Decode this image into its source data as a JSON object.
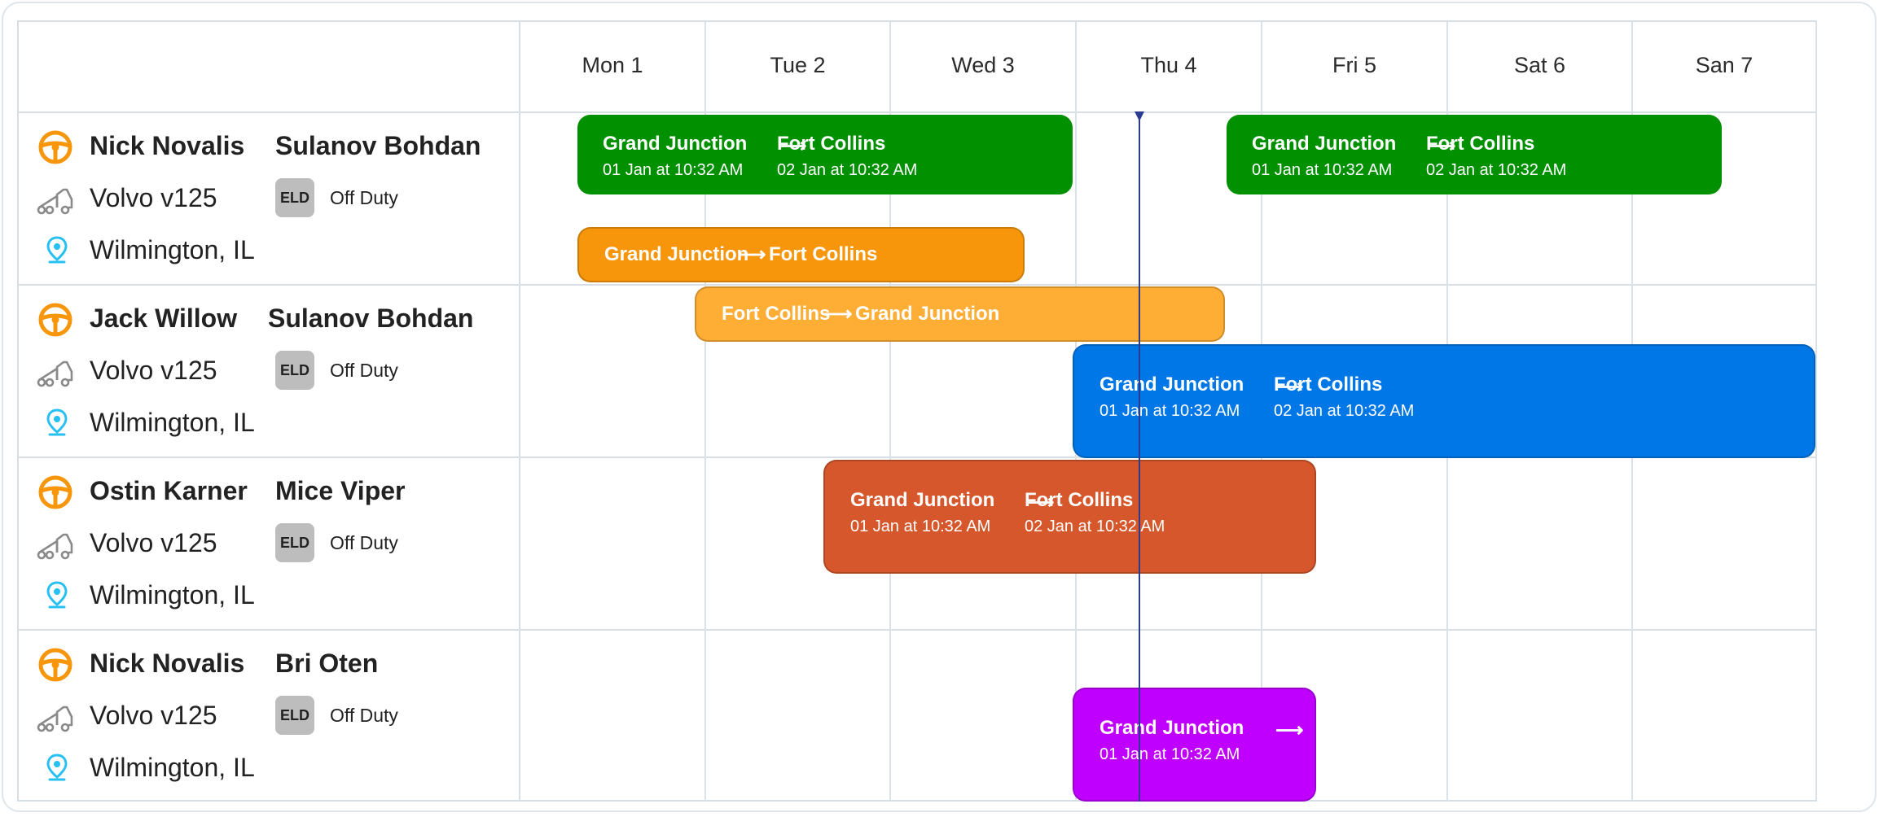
{
  "days": [
    "Mon 1",
    "Tue 2",
    "Wed 3",
    "Thu 4",
    "Fri 5",
    "Sat 6",
    "San 7"
  ],
  "colors": {
    "green": "#009000",
    "orange": "#f7960a",
    "light_orange": "#fead35",
    "blue": "#0077e6",
    "rust": "#d5572b",
    "purple": "#bf00ff",
    "accent": "#f7960a",
    "pin": "#27c0f2",
    "now_line": "#2b3b8f"
  },
  "drivers": [
    {
      "name": "Nick Novalis",
      "codriver": "Sulanov Bohdan",
      "truck": "Volvo v125",
      "eld": "ELD",
      "status": "Off Duty",
      "location": "Wilmington, IL"
    },
    {
      "name": "Jack Willow",
      "codriver": "Sulanov Bohdan",
      "truck": "Volvo v125",
      "eld": "ELD",
      "status": "Off Duty",
      "location": "Wilmington, IL"
    },
    {
      "name": "Ostin Karner",
      "codriver": "Mice Viper",
      "truck": "Volvo v125",
      "eld": "ELD",
      "status": "Off Duty",
      "location": "Wilmington, IL"
    },
    {
      "name": "Nick Novalis",
      "codriver": "Bri Oten",
      "truck": "Volvo v125",
      "eld": "ELD",
      "status": "Off Duty",
      "location": "Wilmington, IL"
    }
  ],
  "trips": [
    {
      "from": "Grand Junction",
      "to": "Fort Collins",
      "depart": "01 Jan at 10:32 AM",
      "arrive": "02 Jan at 10:32 AM",
      "color": "green"
    },
    {
      "from": "Grand Junction",
      "to": "Fort Collins",
      "depart": "01 Jan at 10:32 AM",
      "arrive": "02 Jan at 10:32 AM",
      "color": "green"
    },
    {
      "from": "Grand Junction",
      "to": "Fort Collins",
      "depart": "",
      "arrive": "",
      "color": "orange"
    },
    {
      "from": "Fort Collins",
      "to": "Grand Junction",
      "depart": "",
      "arrive": "",
      "color": "light_orange"
    },
    {
      "from": "Grand Junction",
      "to": "Fort Collins",
      "depart": "01 Jan at 10:32 AM",
      "arrive": "02 Jan at 10:32 AM",
      "color": "blue"
    },
    {
      "from": "Grand Junction",
      "to": "Fort Collins",
      "depart": "01 Jan at 10:32 AM",
      "arrive": "02 Jan at 10:32 AM",
      "color": "rust"
    },
    {
      "from": "Grand Junction",
      "to": "",
      "depart": "01 Jan at 10:32 AM",
      "arrive": "",
      "color": "purple"
    }
  ],
  "arrow_glyph": "⟶"
}
